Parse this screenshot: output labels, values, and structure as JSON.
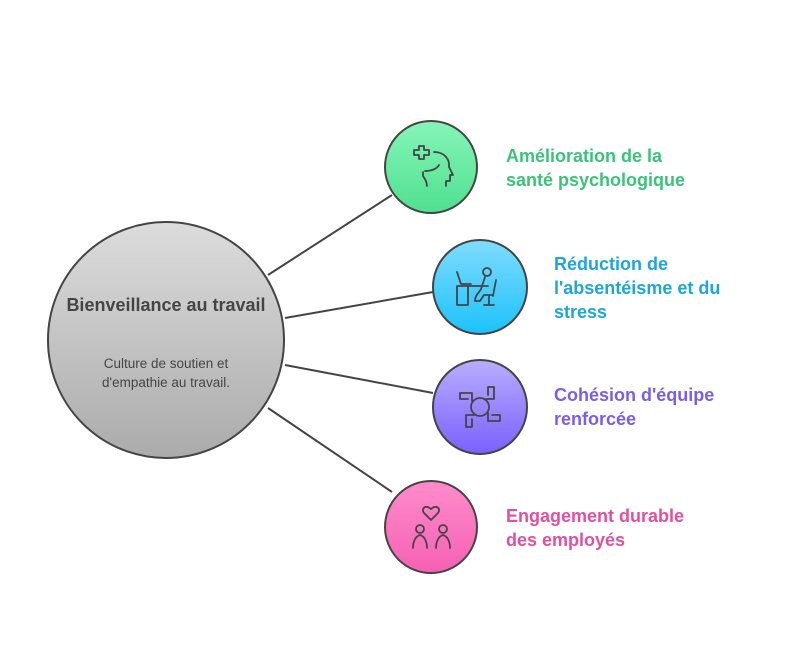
{
  "center": {
    "title": "Bienveillance au travail",
    "description": "Culture de soutien et d'empathie au travail."
  },
  "branches": [
    {
      "label": "Amélioration de la santé psychologique",
      "icon": "mental-health-icon",
      "color": "#3cc27a"
    },
    {
      "label": "Réduction de l'absentéisme et du stress",
      "icon": "desk-worker-icon",
      "color": "#1ea5dc"
    },
    {
      "label": "Cohésion d'équipe renforcée",
      "icon": "team-hands-icon",
      "color": "#7a5cf0"
    },
    {
      "label": "Engagement durable des employés",
      "icon": "employees-heart-icon",
      "color": "#e0509e"
    }
  ]
}
